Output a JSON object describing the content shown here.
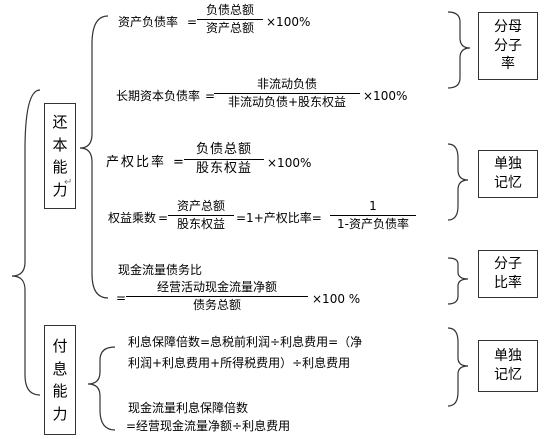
{
  "solvency_label": [
    "还",
    "本",
    "能",
    "力"
  ],
  "solvency_mark": "↵",
  "interest_label": [
    "付",
    "息",
    "能",
    "力"
  ],
  "tags": {
    "fenmu_fenzi": [
      "分母",
      "分子",
      "率"
    ],
    "dandu_1": [
      "单独",
      "记忆"
    ],
    "fenzi_bilv": [
      "分子",
      "比率"
    ],
    "dandu_2": [
      "单独",
      "记忆"
    ]
  },
  "formulas": {
    "asset_liability": {
      "name": "资产负债率",
      "eq": "=",
      "num": "负债总额",
      "den": "资产总额",
      "tail": "×100%"
    },
    "long_term": {
      "name": "长期资本负债率",
      "eq": "=",
      "num": "非流动负债",
      "den": "非流动负债+股东权益",
      "tail": "×100%"
    },
    "equity_ratio": {
      "name": "产权比率",
      "eq": "=",
      "num": "负债总额",
      "den": "股东权益",
      "tail": "×100%"
    },
    "equity_multiplier": {
      "name": "权益乘数",
      "eq": "=",
      "num": "资产总额",
      "den": "股东权益",
      "mid": "=1+产权比率=",
      "num2": "1",
      "den2": "1-资产负债率"
    },
    "cash_flow_debt": {
      "name": "现金流量债务比",
      "eq": "=",
      "num": "经营活动现金流量净额",
      "den": "债务总额",
      "tail": "×100 %"
    },
    "interest_coverage": {
      "line1": "利息保障倍数=息税前利润÷利息费用=（净",
      "line2": "利润+利息费用+所得税费用）÷利息费用"
    },
    "cash_interest_coverage": {
      "line1": "现金流量利息保障倍数",
      "line2": "=经营现金流量净额÷利息费用"
    }
  }
}
